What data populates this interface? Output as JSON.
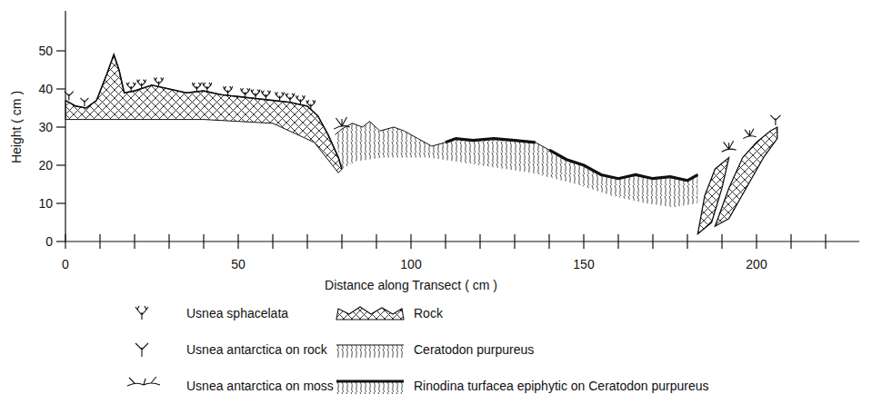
{
  "diagram": {
    "labels": [
      "50",
      "40",
      "30",
      "20",
      "10",
      "0",
      "0",
      "50",
      "100",
      "150",
      "200",
      "Height ( cm )",
      "Distance along Transect ( cm )"
    ],
    "legend": [
      {
        "text": "Usnea sphacelata"
      },
      {
        "text": "Rock"
      },
      {
        "text": "Usnea antarctica on rock"
      },
      {
        "text": "Ceratodon purpureus"
      },
      {
        "text": "Usnea antarctica on moss"
      },
      {
        "text": "Rinodina turfacea epiphytic on Ceratodon purpureus"
      }
    ]
  }
}
